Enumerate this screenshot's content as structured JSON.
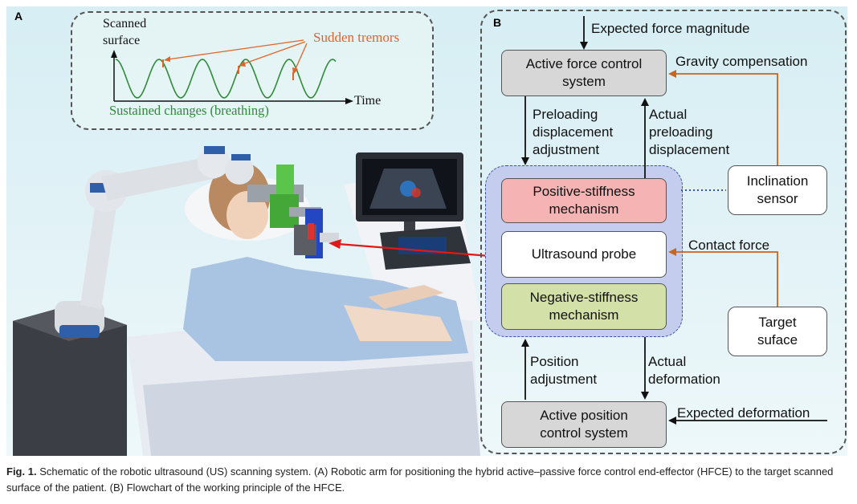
{
  "panel_a": {
    "label": "A",
    "inset": {
      "y_axis_label": "Scanned\nsurface",
      "x_axis_label": "Time",
      "tremor_label": "Sudden tremors",
      "breathing_label": "Sustained changes (breathing)",
      "colors": {
        "wave": "#2e8b3a",
        "tremor": "#e0632a",
        "axis": "#111111"
      }
    }
  },
  "panel_b": {
    "label": "B",
    "blocks": {
      "active_force": "Active force control\nsystem",
      "positive_stiffness": "Positive-stiffness\nmechanism",
      "ultrasound_probe": "Ultrasound probe",
      "negative_stiffness": "Negative-stiffness\nmechanism",
      "active_position": "Active position\ncontrol system",
      "inclination_sensor": "Inclination\nsensor",
      "target_surface": "Target\nsuface"
    },
    "signals": {
      "expected_force": "Expected force magnitude",
      "gravity_compensation": "Gravity compensation",
      "preloading_adjustment": "Preloading\ndisplacement\nadjustment",
      "actual_preloading": "Actual\npreloading\ndisplacement",
      "contact_force": "Contact force",
      "position_adjustment": "Position\nadjustment",
      "actual_deformation": "Actual\ndeformation",
      "expected_deformation": "Expected deformation"
    },
    "colors": {
      "force_box": "#d7d7d7",
      "positive_box": "#f5b3b3",
      "negative_box": "#d3e0a8",
      "group_fill": "#c5cdef",
      "orange_arrow": "#c8651e",
      "red_arrow": "#e01818"
    }
  },
  "caption": {
    "prefix": "Fig. 1.",
    "text": "Schematic of the robotic ultrasound (US) scanning system. (A) Robotic arm for positioning the hybrid active–passive force control end-effector (HFCE) to the target scanned surface of the patient. (B) Flowchart of the working principle of the HFCE."
  }
}
